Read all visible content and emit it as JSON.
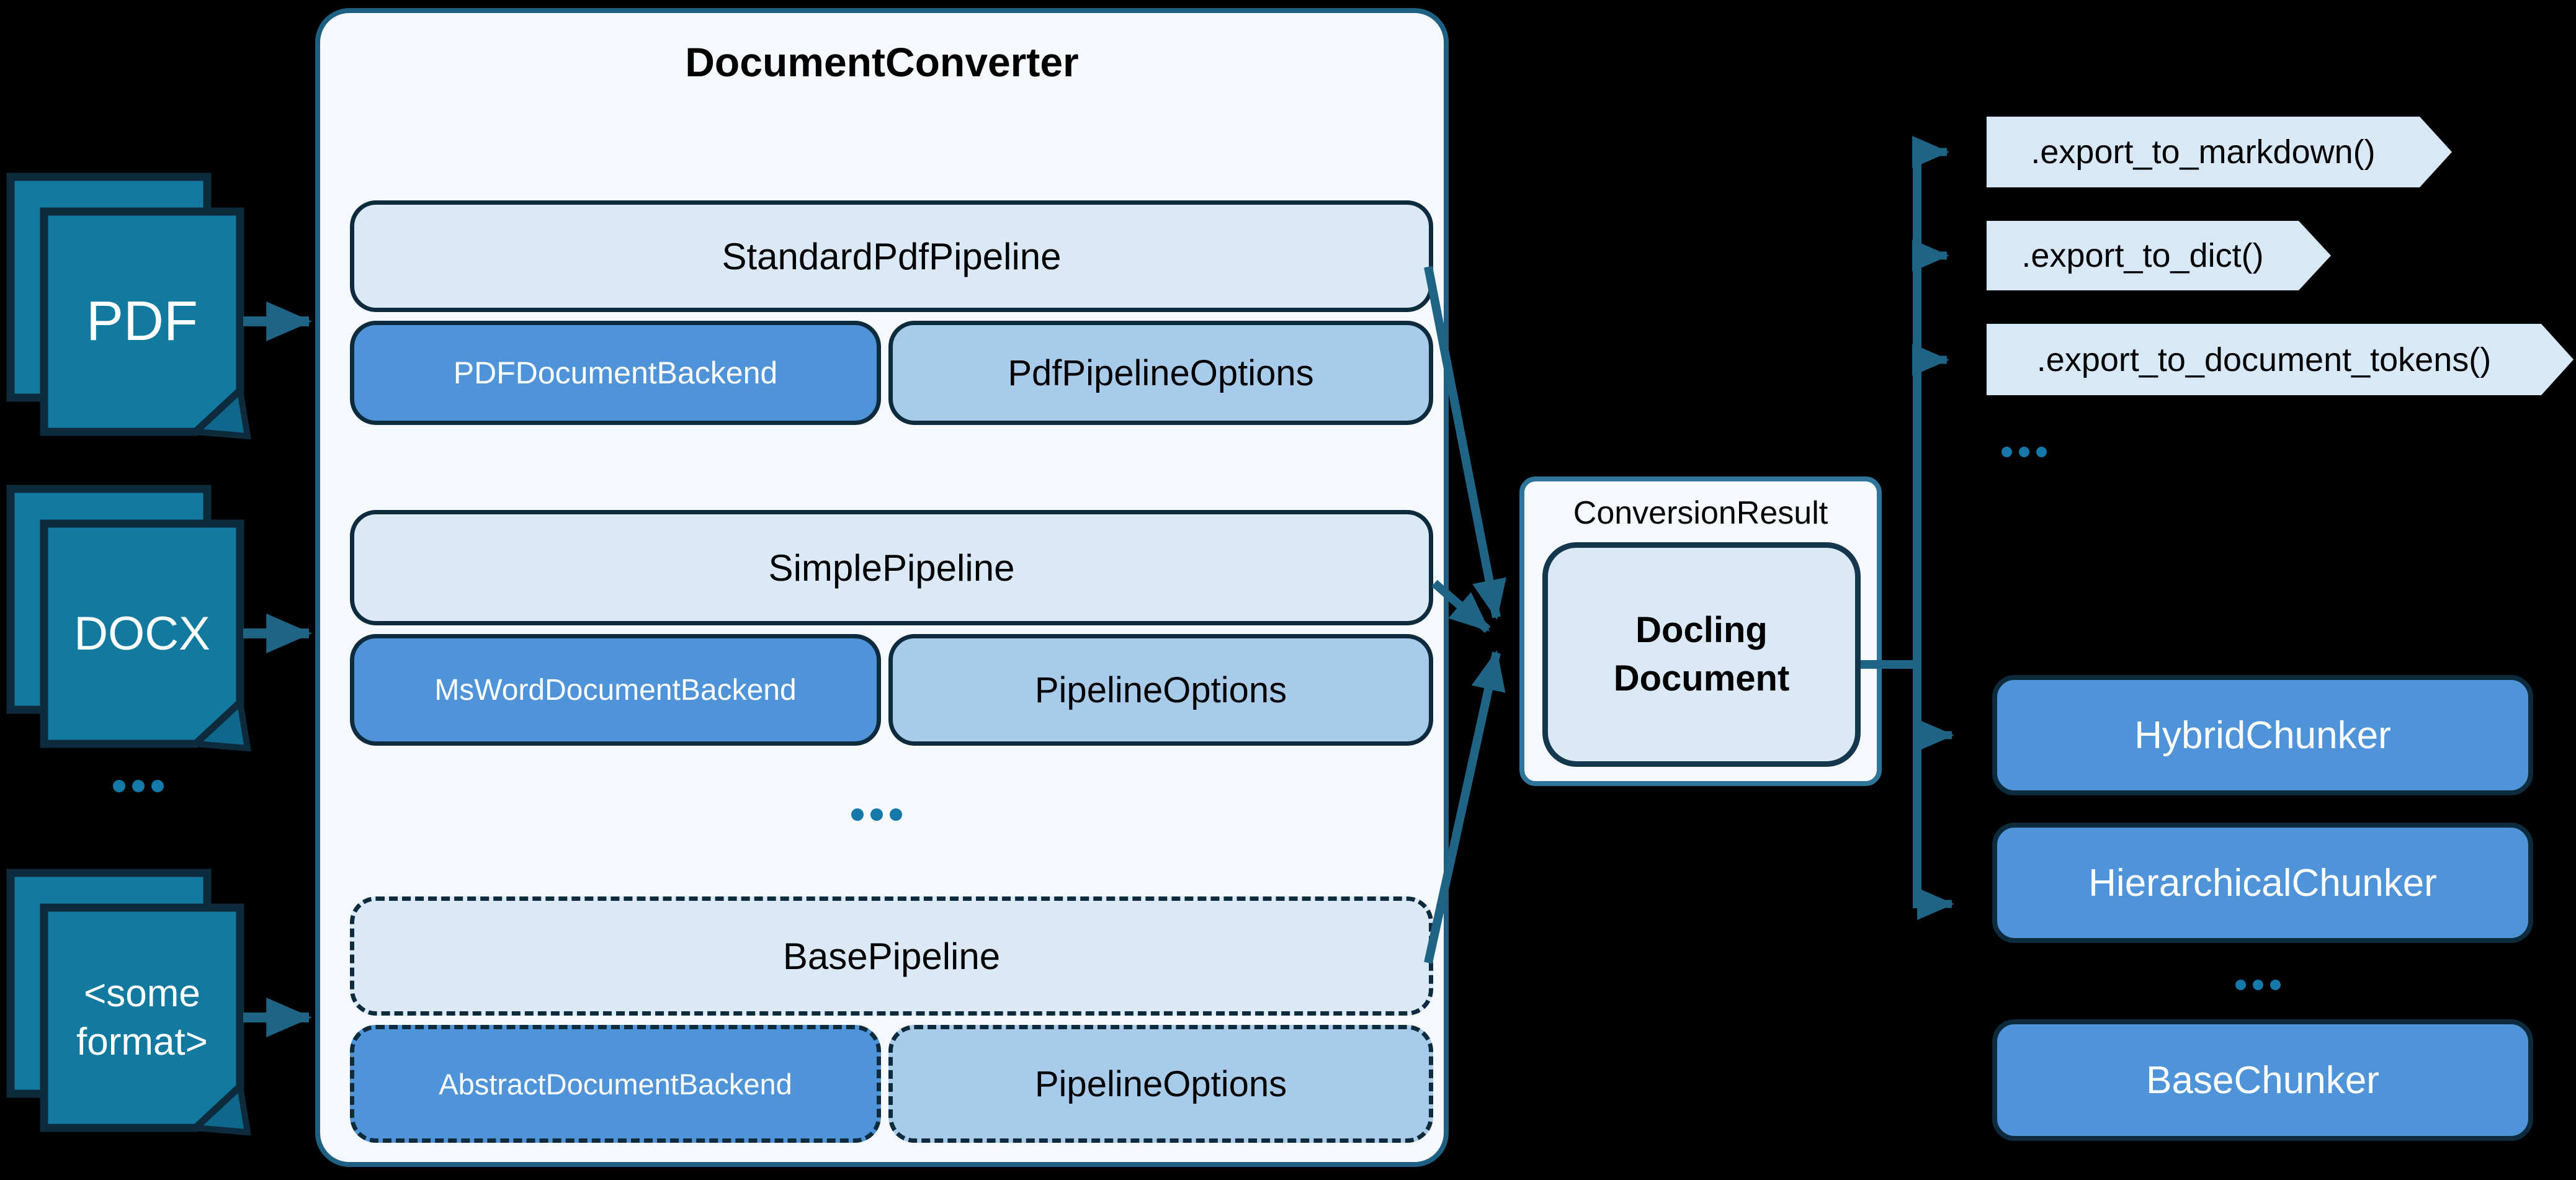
{
  "inputs": {
    "items": [
      {
        "label": "PDF"
      },
      {
        "label": "DOCX"
      },
      {
        "label": "<some\nformat>"
      }
    ],
    "ellipsis": "..."
  },
  "converter": {
    "title": "DocumentConverter",
    "ellipsis": "...",
    "groups": [
      {
        "pipeline": "StandardPdfPipeline",
        "backend": "PDFDocumentBackend",
        "options": "PdfPipelineOptions"
      },
      {
        "pipeline": "SimplePipeline",
        "backend": "MsWordDocumentBackend",
        "options": "PipelineOptions"
      },
      {
        "pipeline": "BasePipeline",
        "backend": "AbstractDocumentBackend",
        "options": "PipelineOptions"
      }
    ]
  },
  "result": {
    "label": "ConversionResult",
    "document": "Docling\nDocument"
  },
  "exports": {
    "items": [
      ".export_to_markdown()",
      ".export_to_dict()",
      ".export_to_document_tokens()"
    ],
    "ellipsis": "..."
  },
  "chunkers": {
    "items": [
      "HybridChunker",
      "HierarchicalChunker",
      "BaseChunker"
    ],
    "ellipsis": "..."
  },
  "colors": {
    "background": "#000000",
    "document_icon_fill": "#12799f",
    "dark_outline": "#0e2b3d",
    "converter_border": "#1d6084",
    "panel_fill": "#f5f8fd",
    "pipeline_fill": "#dbe9f6",
    "backend_fill": "#4f93d8",
    "options_fill": "#a9cbea",
    "export_fill": "#d9e8f7",
    "result_border": "#2e7599",
    "arrow": "#1f6385",
    "dots": "#1478a8"
  }
}
